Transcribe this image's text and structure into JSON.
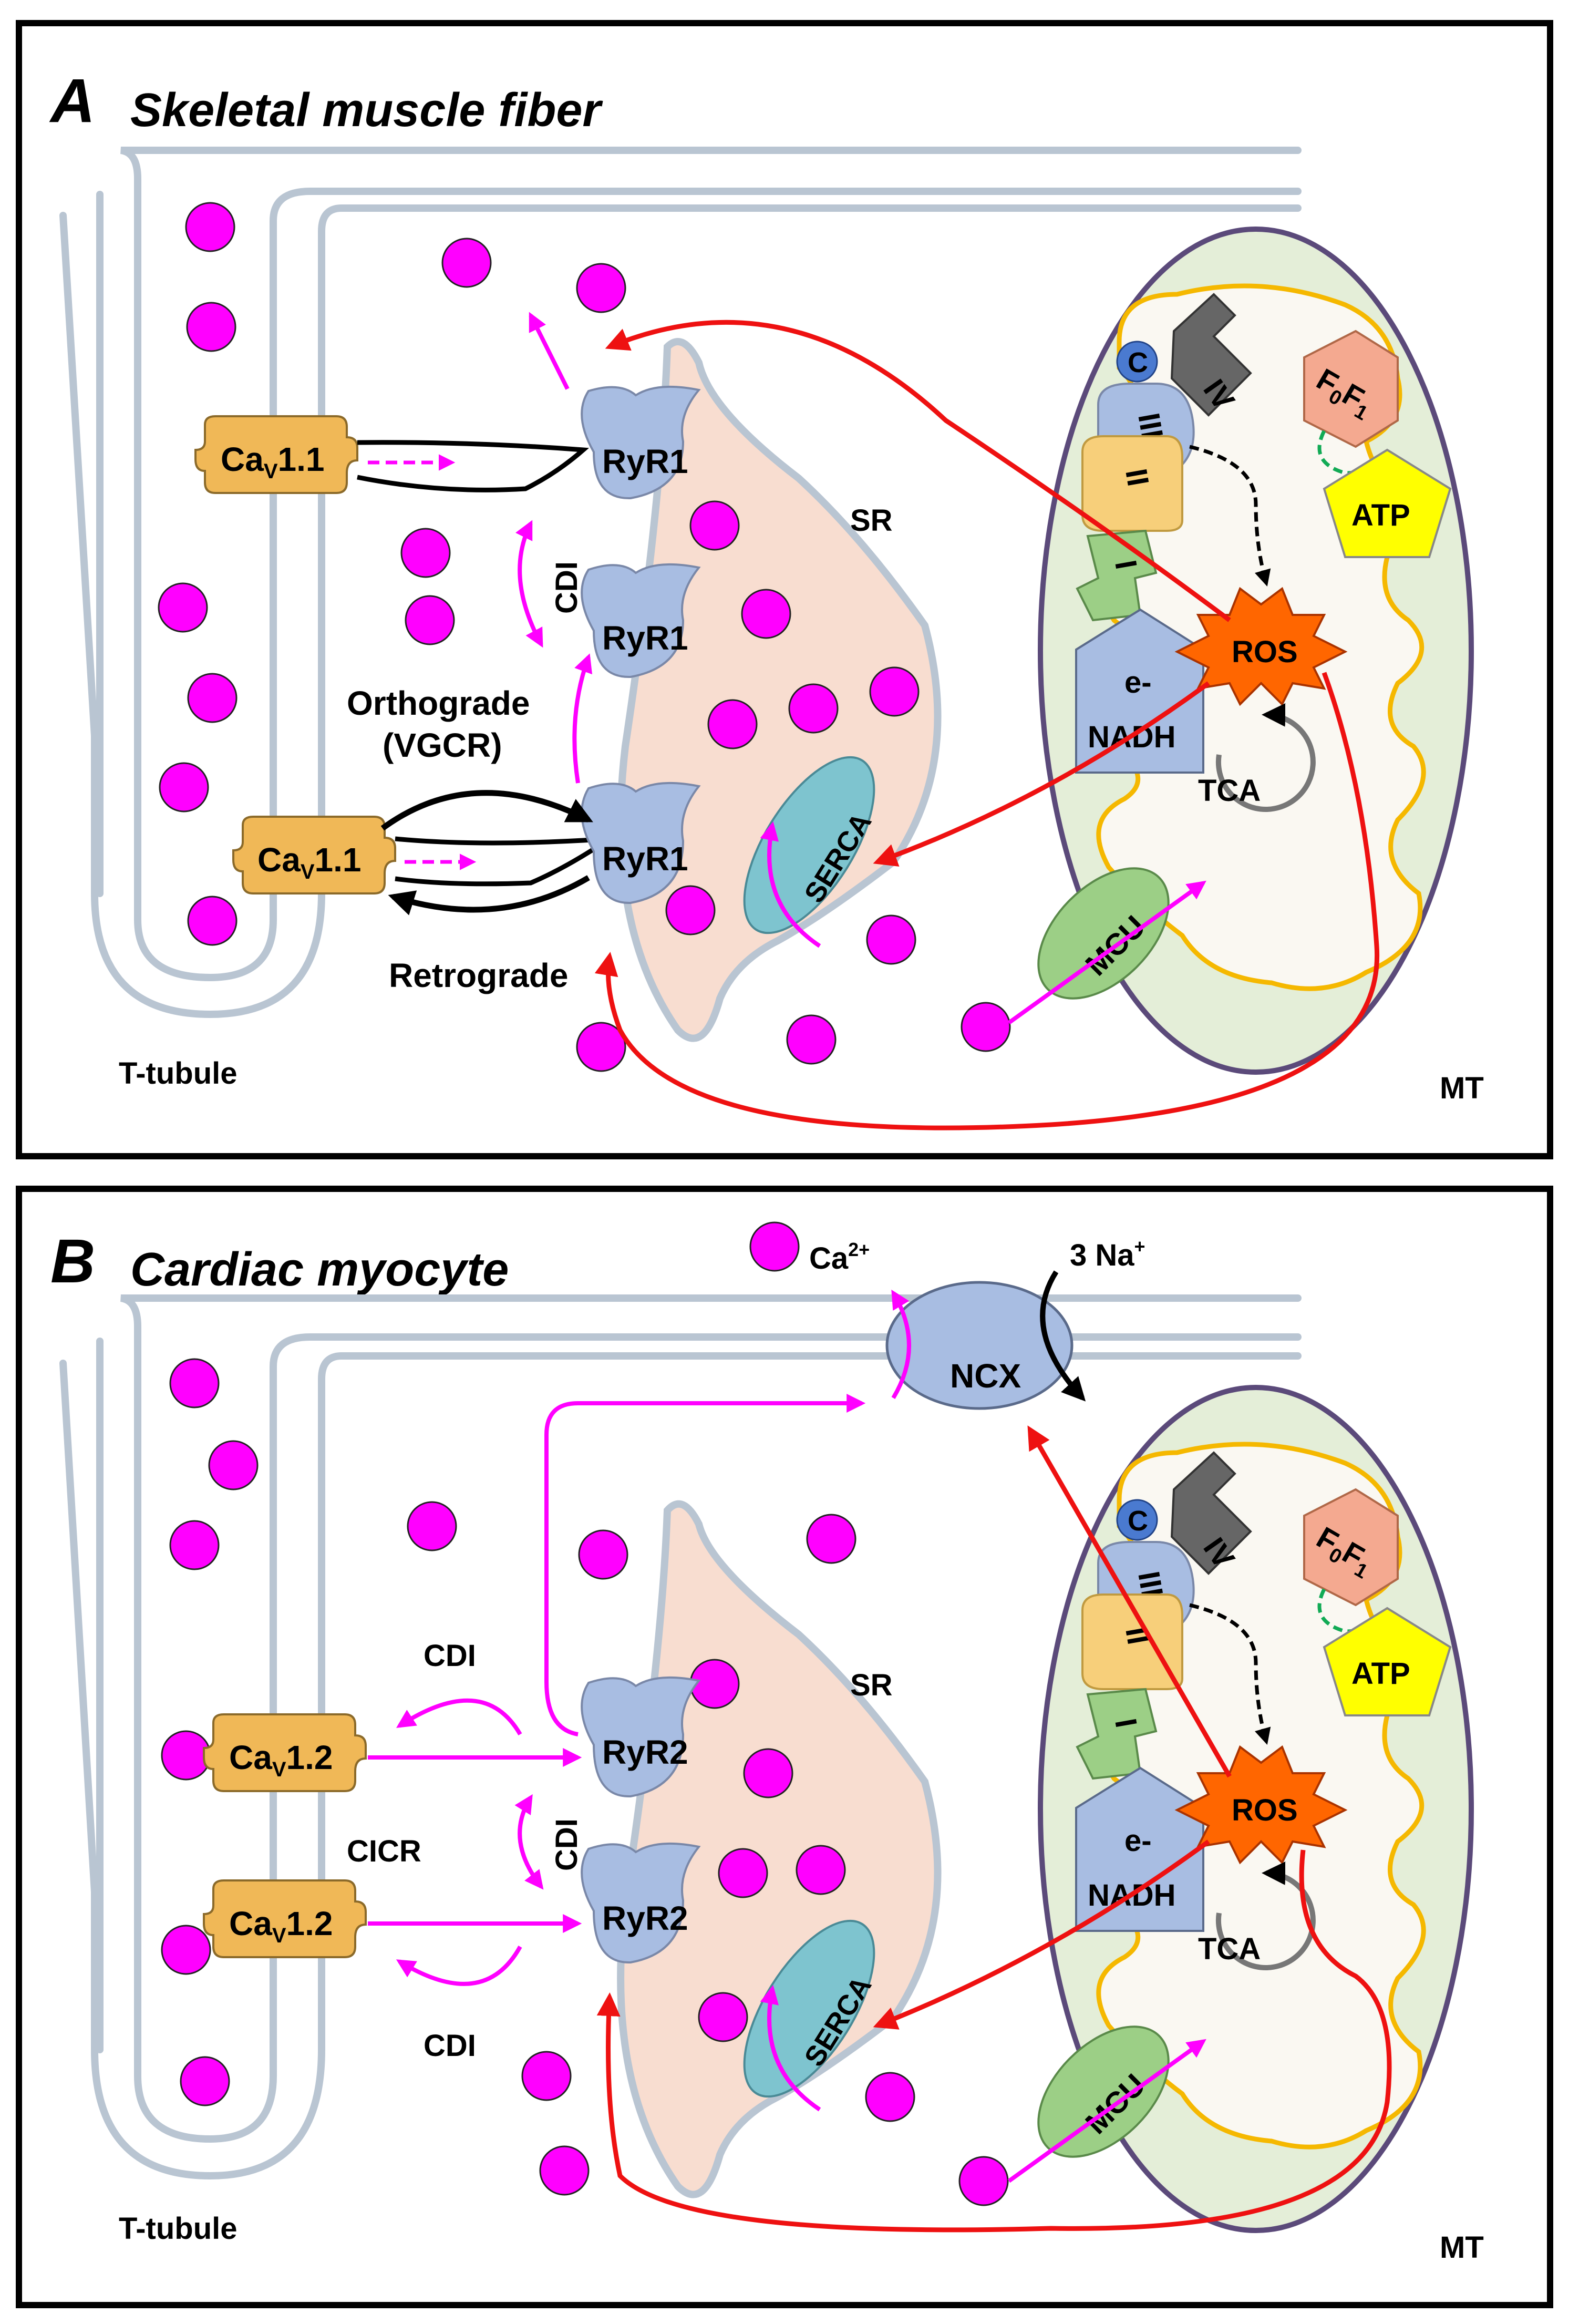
{
  "panel_a": {
    "letter": "A",
    "title": "Skeletal muscle fiber",
    "cav_top": "Ca",
    "cav_top_sub": "V",
    "cav_top_rest": "1.1",
    "cav_bottom": "Ca",
    "cav_bottom_sub": "V",
    "cav_bottom_rest": "1.1",
    "ryr_top": "RyR1",
    "ryr_mid": "RyR1",
    "ryr_bottom": "RyR1",
    "cdi": "CDI",
    "orthograde_1": "Orthograde",
    "orthograde_2": "(VGCR)",
    "retrograde": "Retrograde",
    "sr": "SR",
    "serca": "SERCA",
    "t_tubule": "T-tubule",
    "mt": "MT",
    "mcu": "MCU",
    "tca": "TCA",
    "ros": "ROS",
    "atp": "ATP",
    "f0f1_f": "F",
    "f0f1_0": "0",
    "f0f1_f2": "F",
    "f0f1_1": "1",
    "complex_i": "I",
    "complex_ii": "II",
    "complex_iii": "III",
    "complex_iv": "IV",
    "cyt_c": "C",
    "e_minus": "e-",
    "nadh": "NADH"
  },
  "panel_b": {
    "letter": "B",
    "title": "Cardiac myocyte",
    "cav_top": "Ca",
    "cav_top_sub": "V",
    "cav_top_rest": "1.2",
    "cav_bottom": "Ca",
    "cav_bottom_sub": "V",
    "cav_bottom_rest": "1.2",
    "ryr_top": "RyR2",
    "ryr_bottom": "RyR2",
    "cdi_top": "CDI",
    "cdi_mid": "CDI",
    "cdi_bottom": "CDI",
    "cicr": "CICR",
    "sr": "SR",
    "serca": "SERCA",
    "t_tubule": "T-tubule",
    "mt": "MT",
    "mcu": "MCU",
    "tca": "TCA",
    "ros": "ROS",
    "atp": "ATP",
    "f0f1_f": "F",
    "f0f1_0": "0",
    "f0f1_f2": "F",
    "f0f1_1": "1",
    "complex_i": "I",
    "complex_ii": "II",
    "complex_iii": "III",
    "complex_iv": "IV",
    "cyt_c": "C",
    "e_minus": "e-",
    "nadh": "NADH",
    "ncx": "NCX",
    "ca_ion": "Ca",
    "ca_ion_sup": "2+",
    "na_ion": "3 Na",
    "na_ion_sup": "+"
  },
  "colors": {
    "calcium": "#ff00ff",
    "cav": "#f0b857",
    "ryr": "#a8bde2",
    "sr": "#f8ddd0",
    "serca": "#7ec4cf",
    "mito_outer": "#e4eed8",
    "mito_border": "#5b4a7a",
    "cristae": "#f5b800",
    "ros": "#ff6600",
    "atp": "#ffff00",
    "f0f1": "#f4a990",
    "mcu": "#9ccf86",
    "red_arrow": "#ee1111",
    "green_dash": "#11aa55",
    "membrane": "#b9c5d2"
  }
}
